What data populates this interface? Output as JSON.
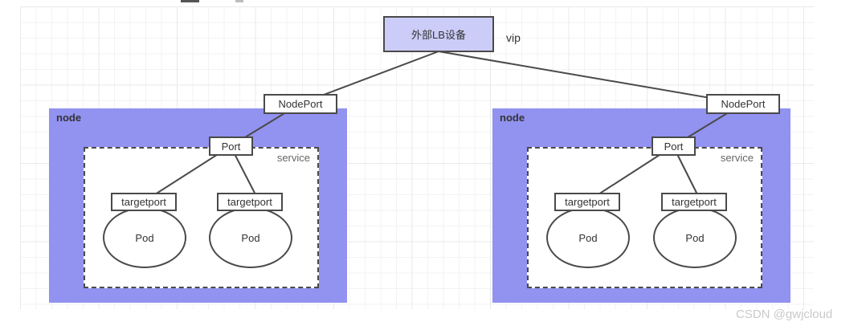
{
  "diagram": {
    "title_box": {
      "label": "外部LB设备"
    },
    "vip_label": "vip",
    "nodes": [
      {
        "label": "node",
        "service_label": "service",
        "nodeport_label": "NodePort",
        "port_label": "Port",
        "targetports": [
          "targetport",
          "targetport"
        ],
        "pods": [
          "Pod",
          "Pod"
        ]
      },
      {
        "label": "node",
        "service_label": "service",
        "nodeport_label": "NodePort",
        "port_label": "Port",
        "targetports": [
          "targetport",
          "targetport"
        ],
        "pods": [
          "Pod",
          "Pod"
        ]
      }
    ],
    "watermark": "CSDN @gwjcloud"
  },
  "colors": {
    "node_fill": "#9292f0",
    "lb_fill": "#ccccf8",
    "line": "#4a4a4a",
    "text": "#333333",
    "muted_text": "#666666",
    "watermark": "#c9c9c9"
  }
}
